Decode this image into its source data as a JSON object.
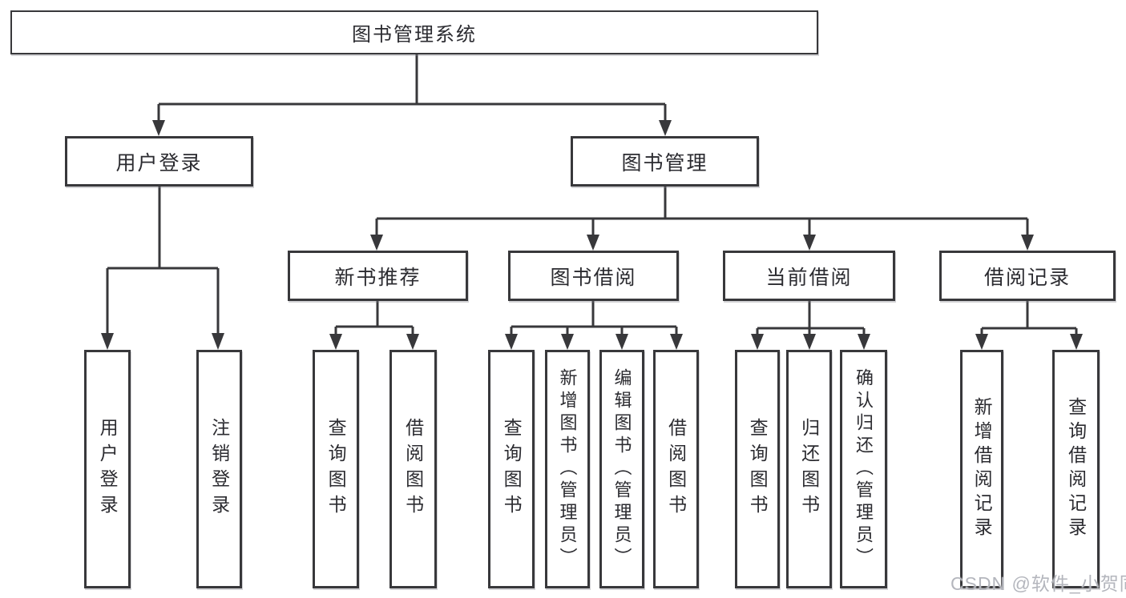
{
  "nodes": {
    "root": {
      "label": "图书管理系统"
    },
    "user_login": {
      "label": "用户登录"
    },
    "book_management": {
      "label": "图书管理"
    },
    "new_book_recommend": {
      "label": "新书推荐"
    },
    "book_borrow": {
      "label": "图书借阅"
    },
    "current_borrow": {
      "label": "当前借阅"
    },
    "borrow_records": {
      "label": "借阅记录"
    },
    "leaf_user_login": {
      "label": "用户登录"
    },
    "leaf_logout": {
      "label": "注销登录"
    },
    "leaf_query_books_1": {
      "label": "查询图书"
    },
    "leaf_borrow_books_1": {
      "label": "借阅图书"
    },
    "leaf_query_books_2": {
      "label": "查询图书"
    },
    "leaf_add_books": {
      "label": "新增图书（管理员）"
    },
    "leaf_edit_books": {
      "label": "编辑图书（管理员）"
    },
    "leaf_borrow_books_2": {
      "label": "借阅图书"
    },
    "leaf_query_books_3": {
      "label": "查询图书"
    },
    "leaf_return_books": {
      "label": "归还图书"
    },
    "leaf_confirm_return": {
      "label": "确认归还（管理员）"
    },
    "leaf_add_borrow_record": {
      "label": "新增借阅记录"
    },
    "leaf_query_borrow_record": {
      "label": "查询借阅记录"
    }
  },
  "watermark": {
    "text": "CSDN @软件_小贺同学"
  },
  "colors": {
    "line": "#38383b",
    "text": "#2b2b30",
    "background": "#ffffff",
    "watermark": "#b0b2b9"
  }
}
